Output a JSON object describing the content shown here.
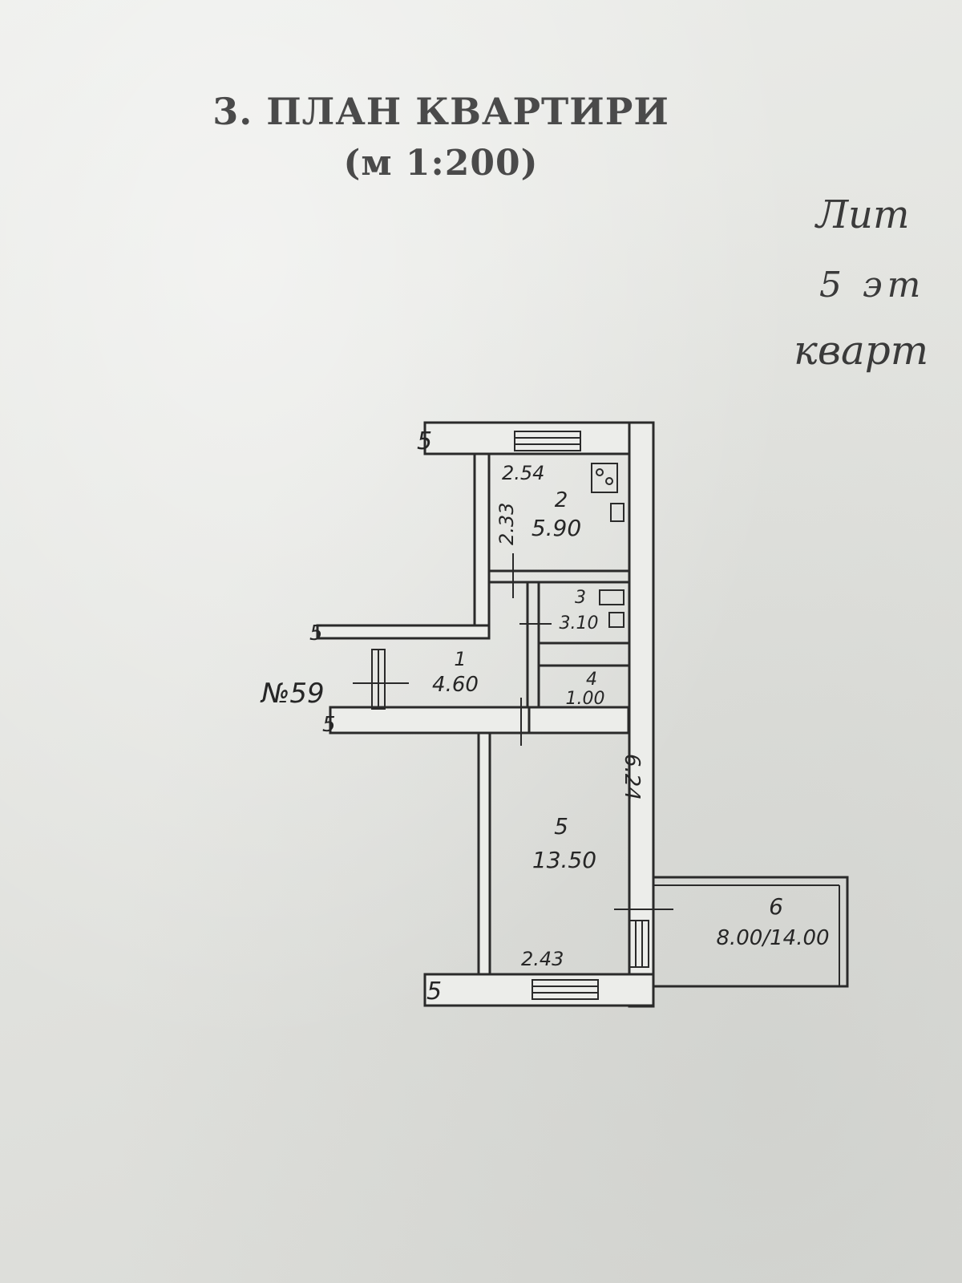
{
  "document": {
    "title": "3. ПЛАН КВАРТИРИ",
    "scale": "(м 1:200)"
  },
  "handwritten_notes": {
    "line1": "Лит",
    "line2": "5 эт",
    "line3": "кварт"
  },
  "plan": {
    "apartment_label": "№59",
    "wall_marks": [
      "5",
      "5",
      "5",
      "5"
    ],
    "rooms": [
      {
        "number": "1",
        "area": "4.60"
      },
      {
        "number": "2",
        "area": "5.90"
      },
      {
        "number": "3",
        "area": "3.10"
      },
      {
        "number": "4",
        "area": "1.00"
      },
      {
        "number": "5",
        "area": "13.50"
      },
      {
        "number": "6",
        "area": "8.00"
      }
    ],
    "dimensions": [
      "2.54",
      "2.33",
      "6.24",
      "2.43"
    ],
    "balcony_note": "8.00/14.00"
  },
  "colors": {
    "paper": "#e6e7e3",
    "ink": "#2a2a2a",
    "title_ink": "#4a4a4a"
  }
}
